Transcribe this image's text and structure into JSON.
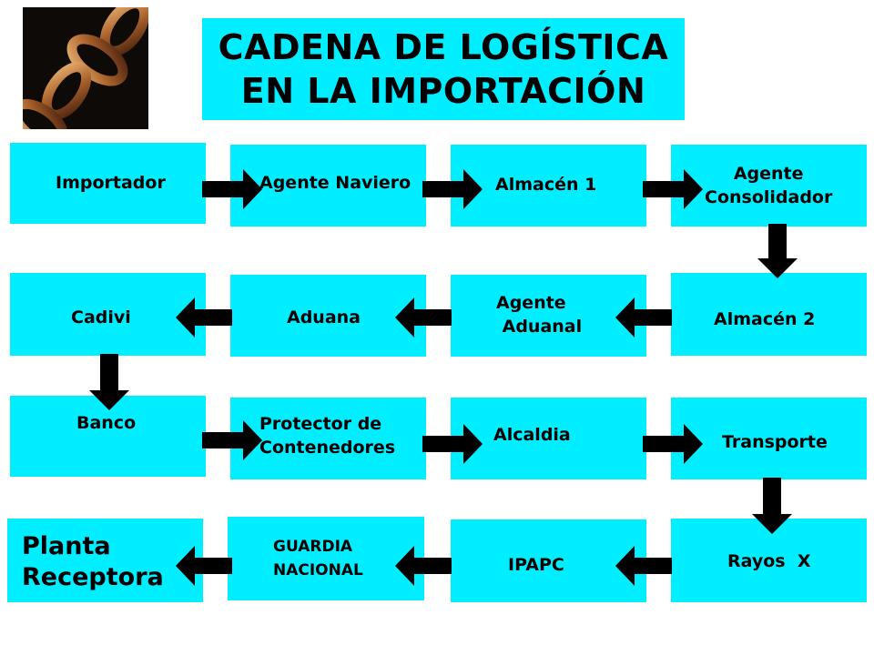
{
  "title": {
    "line1": "CADENA DE LOGÍSTICA",
    "line2": "EN LA IMPORTACIÓN"
  },
  "nodes": [
    {
      "id": "importador",
      "label": "Importador"
    },
    {
      "id": "agente-naviero",
      "label": "Agente Naviero"
    },
    {
      "id": "almacen-1",
      "label": "Almacén 1"
    },
    {
      "id": "agente-consolidador",
      "label": "Agente\nConsolidador"
    },
    {
      "id": "almacen-2",
      "label": "Almacén 2"
    },
    {
      "id": "agente-aduanal",
      "label": "Agente\n Aduanal"
    },
    {
      "id": "aduana",
      "label": "Aduana"
    },
    {
      "id": "cadivi",
      "label": "Cadivi"
    },
    {
      "id": "banco",
      "label": "Banco"
    },
    {
      "id": "protector-contenedores",
      "label": "Protector de\nContenedores"
    },
    {
      "id": "alcaldia",
      "label": "Alcaldia"
    },
    {
      "id": "transporte",
      "label": "Transporte"
    },
    {
      "id": "rayos-x",
      "label": "Rayos  X"
    },
    {
      "id": "ipapc",
      "label": "IPAPC"
    },
    {
      "id": "guardia-nacional",
      "label": "GUARDIA\nNACIONAL"
    },
    {
      "id": "planta-receptora",
      "label": "Planta\nReceptora"
    }
  ],
  "edges": [
    [
      "importador",
      "agente-naviero"
    ],
    [
      "agente-naviero",
      "almacen-1"
    ],
    [
      "almacen-1",
      "agente-consolidador"
    ],
    [
      "agente-consolidador",
      "almacen-2"
    ],
    [
      "almacen-2",
      "agente-aduanal"
    ],
    [
      "agente-aduanal",
      "aduana"
    ],
    [
      "aduana",
      "cadivi"
    ],
    [
      "cadivi",
      "banco"
    ],
    [
      "banco",
      "protector-contenedores"
    ],
    [
      "protector-contenedores",
      "alcaldia"
    ],
    [
      "alcaldia",
      "transporte"
    ],
    [
      "transporte",
      "rayos-x"
    ],
    [
      "rayos-x",
      "ipapc"
    ],
    [
      "ipapc",
      "guardia-nacional"
    ],
    [
      "guardia-nacional",
      "planta-receptora"
    ]
  ],
  "colors": {
    "box_fill": "#00eeff",
    "arrow": "#000000",
    "text": "#000000"
  }
}
